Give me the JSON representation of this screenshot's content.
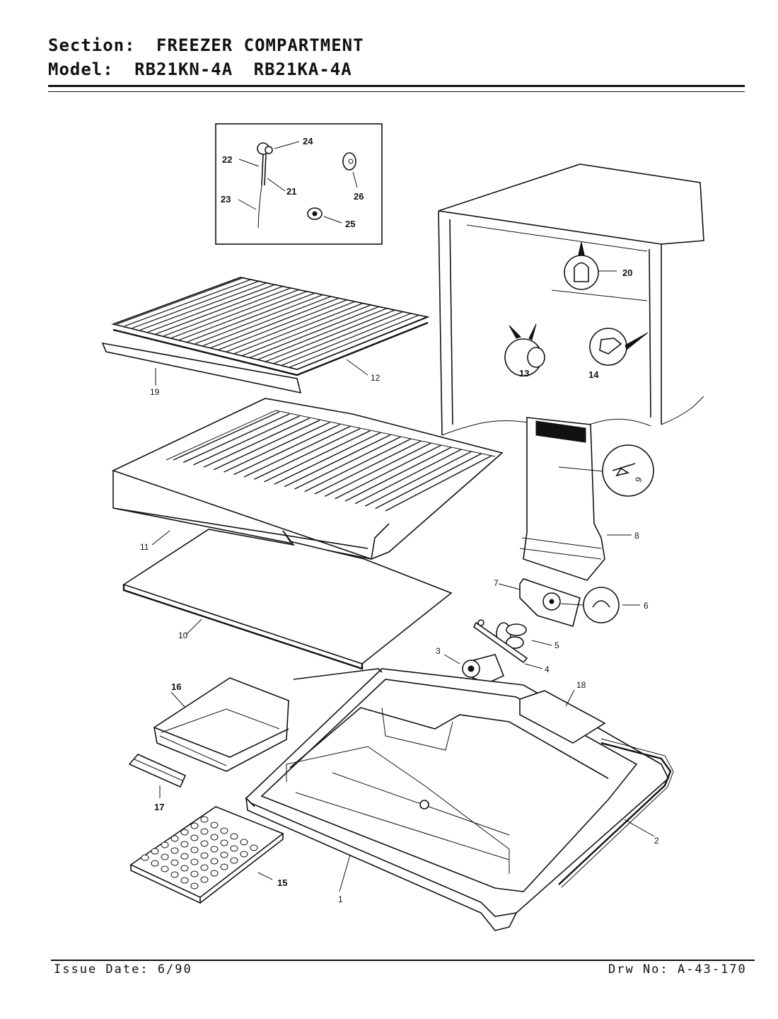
{
  "header": {
    "section_label": "Section:",
    "section_value": "FREEZER COMPARTMENT",
    "model_label": "Model:",
    "model_value_1": "RB21KN-4A",
    "model_value_2": "RB21KA-4A"
  },
  "footer": {
    "issue_date": "Issue Date: 6/90",
    "drawing_number": "Drw No: A-43-170"
  },
  "callouts": {
    "c1": "1",
    "c2": "2",
    "c3": "3",
    "c4": "4",
    "c5": "5",
    "c6": "6",
    "c7": "7",
    "c8": "8",
    "c9": "9",
    "c10": "10",
    "c11": "11",
    "c12": "12",
    "c13": "13",
    "c14": "14",
    "c15": "15",
    "c16": "16",
    "c17": "17",
    "c18": "18",
    "c19": "19",
    "c20": "20",
    "c21": "21",
    "c22": "22",
    "c23": "23",
    "c24": "24",
    "c25": "25",
    "c26": "26"
  }
}
